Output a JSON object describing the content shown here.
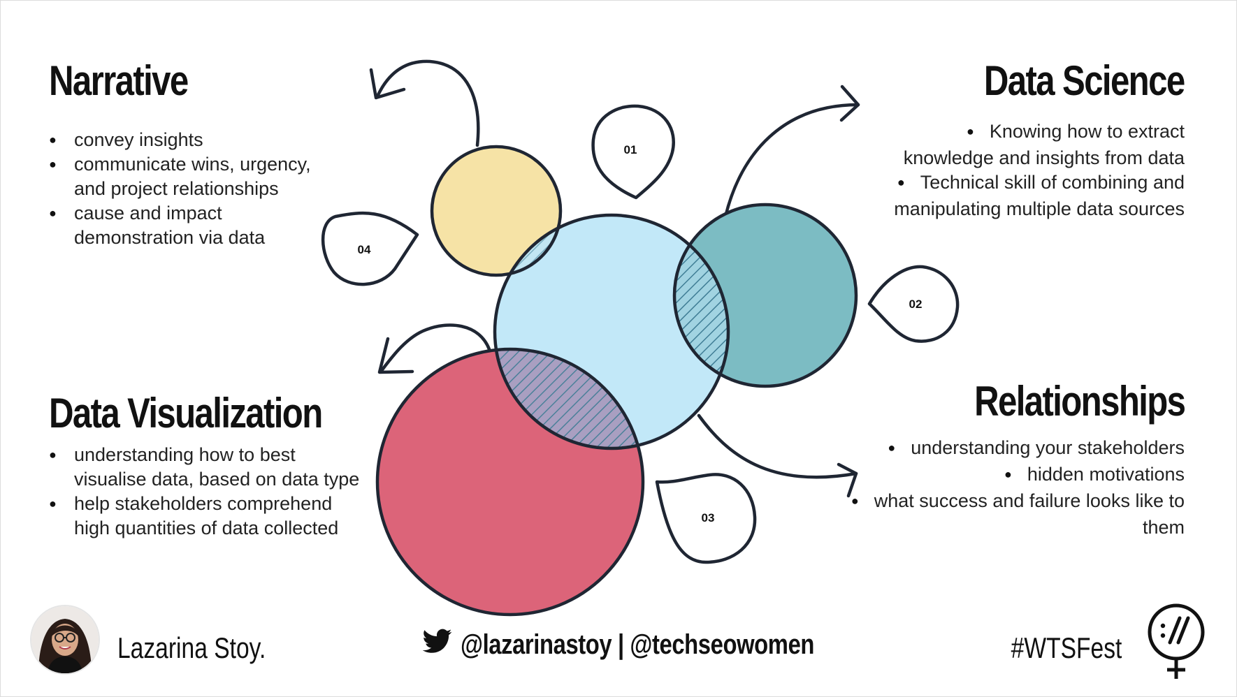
{
  "sections": {
    "narrative": {
      "title": "Narrative",
      "bullets": [
        "convey insights",
        "communicate wins, urgency, and project relationships",
        "cause and impact demonstration via data"
      ]
    },
    "data_visualization": {
      "title": "Data Visualization",
      "bullets": [
        "understanding how to best visualise data, based on data type",
        "help stakeholders comprehend high quantities of data collected"
      ]
    },
    "data_science": {
      "title": "Data Science",
      "bullets": [
        "Knowing how to extract knowledge and insights from data",
        "Technical skill of combining and manipulating multiple data sources"
      ]
    },
    "relationships": {
      "title": "Relationships",
      "bullets": [
        "understanding your stakeholders",
        "hidden motivations",
        "what success and failure looks like to them"
      ]
    }
  },
  "markers": {
    "m01": "01",
    "m02": "02",
    "m03": "03",
    "m04": "04"
  },
  "colors": {
    "yellow": "#f6e3a6",
    "blue": "#bde6f7",
    "teal": "#7cbcc3",
    "red": "#dc6479",
    "outline": "#1f2633",
    "hatch": "#3f7d95"
  },
  "footer": {
    "presenter": "Lazarina Stoy.",
    "handles": "@lazarinastoy | @techseowomen",
    "hashtag": "#WTSFest",
    "twitter_icon": "twitter-bird-icon",
    "logo_icon": "wts-venus-logo"
  }
}
